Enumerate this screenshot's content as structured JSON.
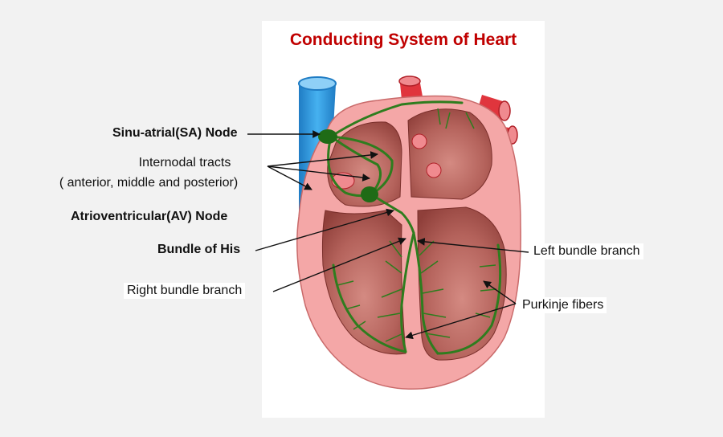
{
  "title": "Conducting System of Heart",
  "labels": {
    "sa_node": "Sinu-atrial(SA) Node",
    "internodal_line1": "Internodal tracts",
    "internodal_line2": "( anterior, middle and posterior)",
    "av_node": "Atrioventricular(AV) Node",
    "bundle_his": "Bundle of His",
    "right_bundle": "Right bundle branch",
    "left_bundle": "Left bundle branch",
    "purkinje": "Purkinje fibers"
  },
  "colors": {
    "title": "#c00000",
    "muscle": "#f4a7a7",
    "chamber": "#a8564f",
    "conduction": "#2e7d1e",
    "vena_cava": "#3a9fe0",
    "artery": "#e0353d"
  }
}
